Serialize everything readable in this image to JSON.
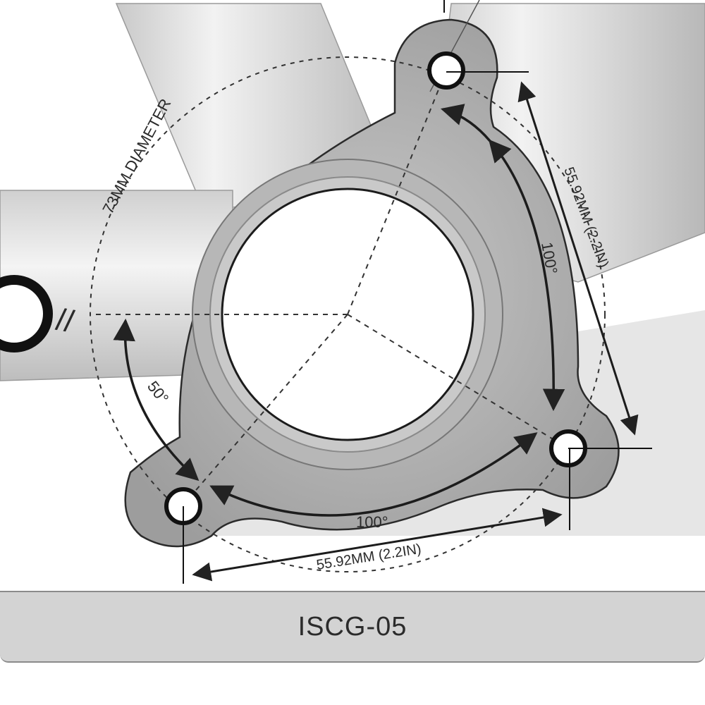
{
  "diagram": {
    "diameter_label": "73MM DIAMETER",
    "angle_top_right": "100°",
    "angle_bottom": "100°",
    "angle_left": "50°",
    "distance_right": "55.92MM (2.2IN)",
    "distance_bottom": "55.92MM (2.2IN)",
    "break_mark": "//",
    "colors": {
      "frame_tube": "#d6d6d6",
      "tab_plate": "#a9a9a9",
      "background": "#ffffff",
      "line": "#222222"
    }
  },
  "caption": {
    "label": "ISCG-05",
    "background": "#d3d3d3"
  }
}
